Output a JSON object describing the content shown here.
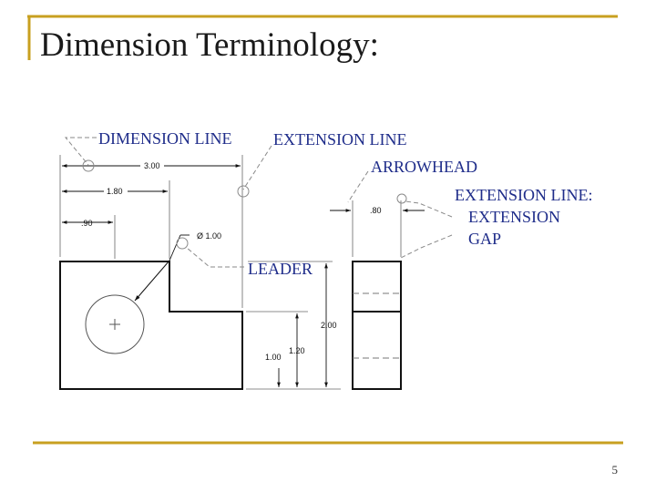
{
  "slide": {
    "title": "Dimension Terminology:",
    "page_number": "5"
  },
  "labels": {
    "dimension_line": "DIMENSION LINE",
    "extension_line": "EXTENSION LINE",
    "arrowhead": "ARROWHEAD",
    "extension_line_gap_1": "EXTENSION LINE:",
    "extension_line_gap_2": "EXTENSION",
    "extension_line_gap_3": "GAP",
    "leader": "LEADER"
  },
  "dimensions": {
    "d300": "3.00",
    "d180": "1.80",
    "d090": ".90",
    "d080": ".80",
    "dia": "Ø 1.00",
    "d200": "2.00",
    "d120": "1.20",
    "d100": "1.00"
  },
  "colors": {
    "accent": "#c8a020",
    "label": "#1f2d8a",
    "drawing": "#111111",
    "leader_line": "#8a8a8a"
  }
}
